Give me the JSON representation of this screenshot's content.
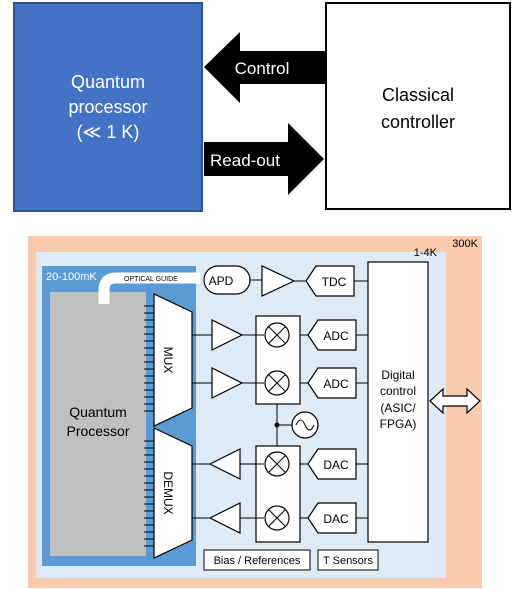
{
  "top": {
    "quantum_box": {
      "line1": "Quantum",
      "line2": "processor",
      "line3": "(≪ 1 K)",
      "color": "#4472c4"
    },
    "classical_box": {
      "line1": "Classical",
      "line2": "controller"
    },
    "control_arrow_label": "Control",
    "readout_arrow_label": "Read-out"
  },
  "bottom": {
    "zone_300k_label": "300K",
    "zone_1_4k_label": "1-4K",
    "zone_20mk_label": "20-100mK",
    "optical_guide_label": "OPTICAL GUIDE",
    "apd_label": "APD",
    "tdc_label": "TDC",
    "adc1_label": "ADC",
    "adc2_label": "ADC",
    "dac1_label": "DAC",
    "dac2_label": "DAC",
    "mux_label": "MUX",
    "demux_label": "DEMUX",
    "qp_line1": "Quantum",
    "qp_line2": "Processor",
    "digital_line1": "Digital",
    "digital_line2": "control",
    "digital_line3": "(ASIC/",
    "digital_line4": "FPGA)",
    "bias_label": "Bias / References",
    "tsensors_label": "T Sensors",
    "colors": {
      "zone_300k": "#f8cbad",
      "zone_1_4k": "#deebf7",
      "zone_20mk": "#5b9bd5",
      "processor": "#bfbfbf"
    }
  }
}
